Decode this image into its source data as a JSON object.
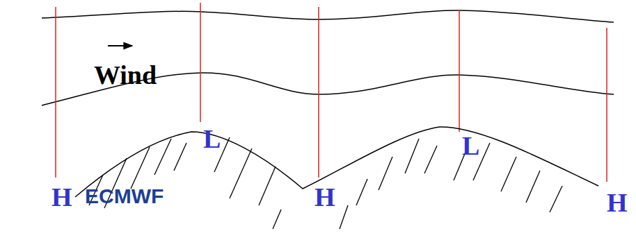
{
  "diagram": {
    "labels": [
      "Wind",
      "L",
      "L",
      "H",
      "H",
      "H",
      "ECMWF"
    ]
  }
}
